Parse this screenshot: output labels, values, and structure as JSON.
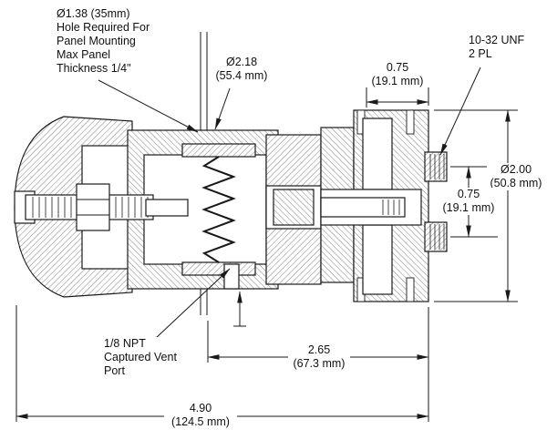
{
  "colors": {
    "line": "#1a1a1a",
    "background": "#ffffff"
  },
  "labels": {
    "panel_note": "Ø1.38 (35mm)\nHole Required For\nPanel Mounting\nMax Panel\nThickness 1/4\"",
    "dia_bonnet": "Ø2.18\n(55.4 mm)",
    "dim_top_right": "0.75\n(19.1 mm)",
    "thread_note": "10-32 UNF\n2 PL",
    "dia_body": "Ø2.00\n(50.8 mm)",
    "dim_port_spacing": "0.75\n(19.1 mm)",
    "vent_note": "1/8 NPT\nCaptured Vent\nPort",
    "dim_body_length": "2.65\n(67.3 mm)",
    "dim_overall_length": "4.90\n(124.5 mm)"
  }
}
